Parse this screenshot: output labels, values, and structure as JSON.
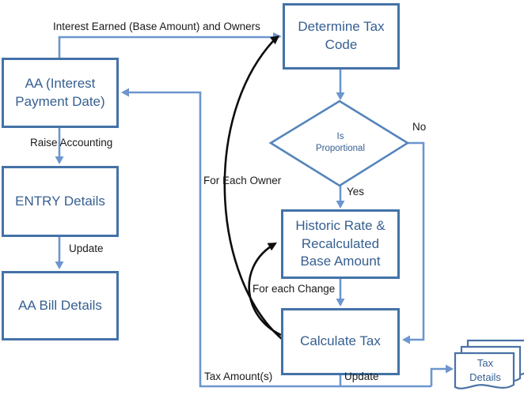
{
  "diagram": {
    "nodes": {
      "aa_interest": "AA (Interest Payment Date)",
      "entry_details": "ENTRY Details",
      "aa_bill_details": "AA Bill Details",
      "determine_tax_code": "Determine Tax Code",
      "is_proportional": "Is Proportional",
      "historic_rate": "Historic Rate & Recalculated Base Amount",
      "calculate_tax": "Calculate Tax",
      "tax_details": "Tax Details"
    },
    "labels": {
      "interest_earned": "Interest Earned (Base Amount) and Owners",
      "raise_accounting": "Raise Accounting",
      "update_left": "Update",
      "no": "No",
      "yes": "Yes",
      "for_each_owner": "For Each Owner",
      "for_each_change": "For each Change",
      "tax_amounts": "Tax Amount(s)",
      "update_bottom": "Update"
    },
    "colors": {
      "box_border": "#4472a8",
      "box_text": "#365f91",
      "connector_blue": "#6c96ce",
      "diamond_border": "#5585bb",
      "loop_arc_black": "#0d0d0d",
      "label_text": "#1a1a1a"
    }
  }
}
